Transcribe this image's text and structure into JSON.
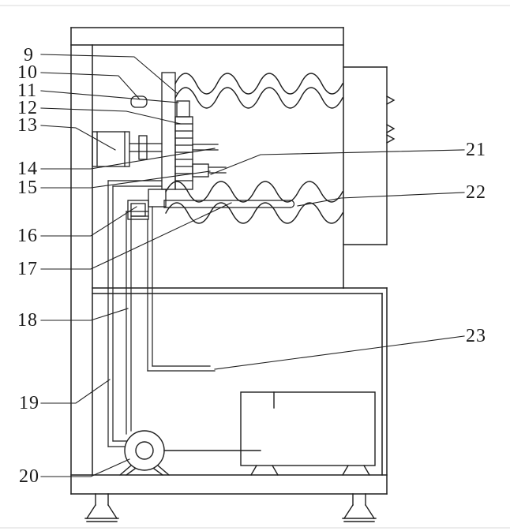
{
  "figure": {
    "type": "patent-technical-drawing",
    "background": "#ffffff",
    "line_color": "#1f1f1f",
    "labels": [
      {
        "id": "9",
        "text": "9"
      },
      {
        "id": "10",
        "text": "10"
      },
      {
        "id": "11",
        "text": "11"
      },
      {
        "id": "12",
        "text": "12"
      },
      {
        "id": "13",
        "text": "13"
      },
      {
        "id": "14",
        "text": "14"
      },
      {
        "id": "15",
        "text": "15"
      },
      {
        "id": "16",
        "text": "16"
      },
      {
        "id": "17",
        "text": "17"
      },
      {
        "id": "18",
        "text": "18"
      },
      {
        "id": "19",
        "text": "19"
      },
      {
        "id": "20",
        "text": "20"
      },
      {
        "id": "21",
        "text": "21"
      },
      {
        "id": "22",
        "text": "22"
      },
      {
        "id": "23",
        "text": "23"
      }
    ]
  }
}
